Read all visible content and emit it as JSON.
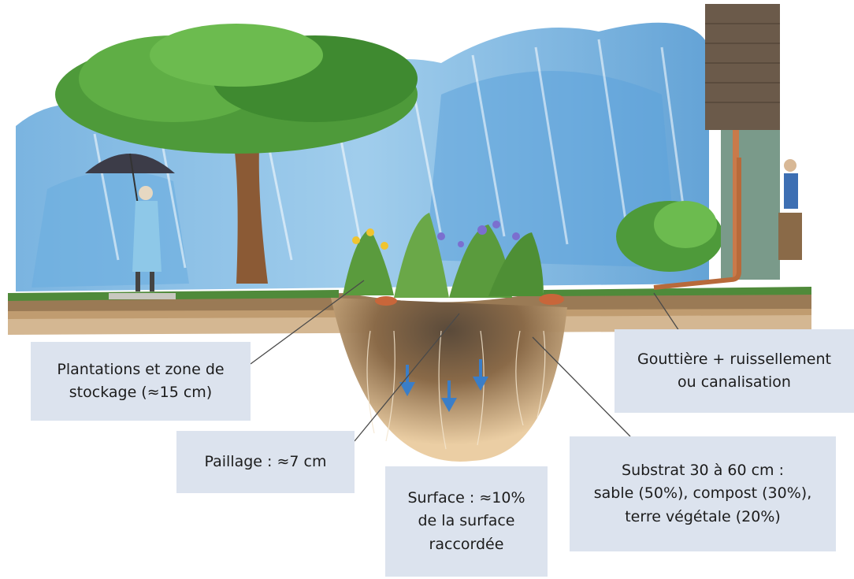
{
  "labels": {
    "plantations": {
      "line1": "Plantations et zone de",
      "line2": "stockage (≈15 cm)"
    },
    "paillage": {
      "line1": "Paillage : ≈7 cm"
    },
    "surface": {
      "line1": "Surface : ≈10%",
      "line2": "de la surface",
      "line3": "raccordée"
    },
    "substrat": {
      "line1": "Substrat 30 à 60 cm :",
      "line2": "sable (50%), compost (30%),",
      "line3": "terre végétale (20%)"
    },
    "gouttiere": {
      "line1": "Gouttière + ruissellement",
      "line2": "ou canalisation"
    }
  },
  "colors": {
    "rain": "#5fa8d8",
    "tree_canopy": "#4e9a3a",
    "soil": "#b4885a",
    "substrate": "#e8c99a",
    "label_bg": "#dce3ee",
    "brick": "#6b5a4a"
  }
}
